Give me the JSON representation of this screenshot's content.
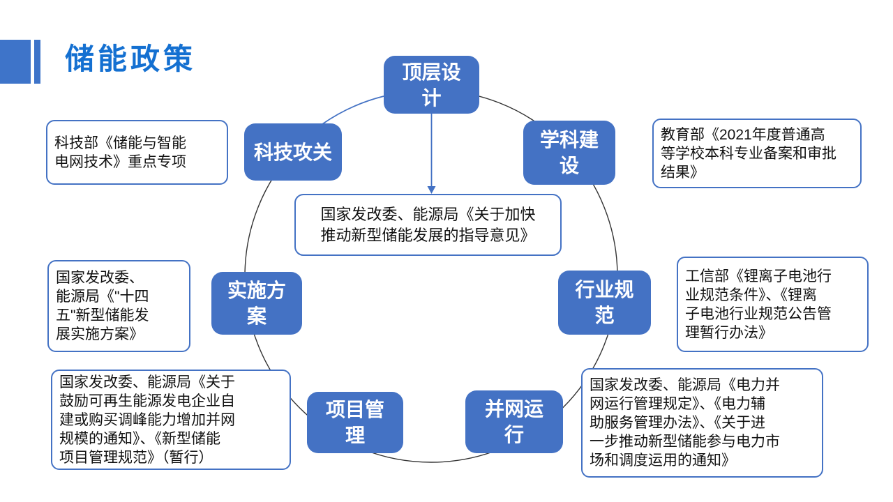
{
  "title": "储能政策",
  "colors": {
    "node_blue": "#4472c4",
    "title_blue": "#1470d1",
    "circle_stroke": "#333333",
    "connector_blue": "#4472c4",
    "callout_border": "#4472c4"
  },
  "center_box": {
    "lines": [
      "国家发改委、能源局《关于加快",
      "推动新型储能发展的指导意见》"
    ]
  },
  "nodes": {
    "top_design": {
      "lines": [
        "顶层设",
        "计"
      ]
    },
    "discipline": {
      "lines": [
        "学科建",
        "设"
      ]
    },
    "tech_research": {
      "lines": [
        "科技攻关"
      ]
    },
    "implementation": {
      "lines": [
        "实施方",
        "案"
      ]
    },
    "industry_standard": {
      "lines": [
        "行业规",
        "范"
      ]
    },
    "project_mgmt": {
      "lines": [
        "项目管",
        "理"
      ]
    },
    "grid_operation": {
      "lines": [
        "并网运",
        "行"
      ]
    }
  },
  "callouts": {
    "most": {
      "lines": [
        "科技部《储能与智能",
        "电网技术》重点专项"
      ]
    },
    "moe": {
      "lines": [
        "教育部《2021年度普通高",
        "等学校本科专业备案和审批",
        "结果》"
      ]
    },
    "ndrc_plan": {
      "lines": [
        "国家发改委、",
        "能源局《\"十四",
        "五\"新型储能发",
        "展实施方案》"
      ]
    },
    "miit": {
      "lines": [
        "工信部《锂离子电池行",
        "业规范条件》、《锂离",
        "子电池行业规范公告管",
        "理暂行办法》"
      ]
    },
    "project_notices": {
      "lines": [
        "国家发改委、能源局《关于",
        "鼓励可再生能源发电企业自",
        "建或购买调峰能力增加并网",
        "规模的通知》、《新型储能",
        "项目管理规范》（暂行）"
      ]
    },
    "grid_notices": {
      "lines": [
        "国家发改委、能源局《电力并",
        "网运行管理规定》、《电力辅",
        "助服务管理办法》、《关于进",
        "一步推动新型储能参与电力市",
        "场和调度运用的通知》"
      ]
    }
  }
}
